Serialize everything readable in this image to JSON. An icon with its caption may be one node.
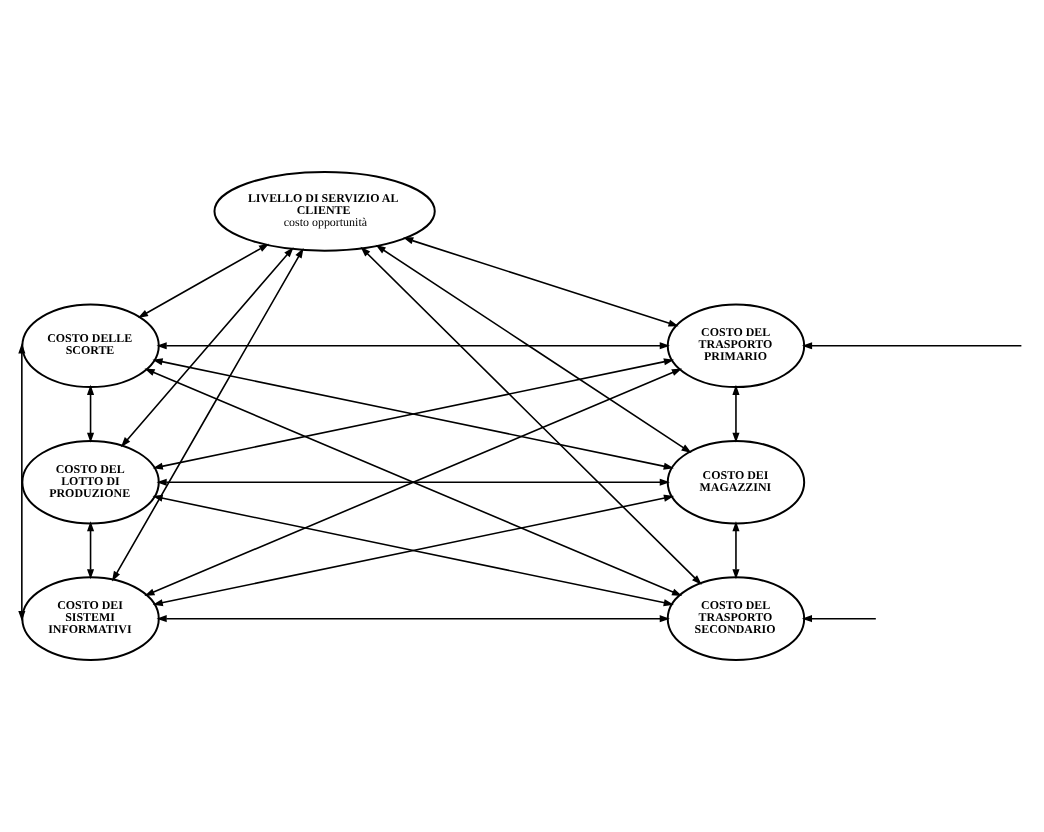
{
  "diagram": {
    "nodes": [
      {
        "text": [
          "LIVELLO DI SERVIZIO AL CLIENTE",
          "costo opportunità"
        ]
      },
      {
        "text": [
          "COSTO DELLE SCORTE"
        ]
      },
      {
        "text": [
          "COSTO DEL TRASPORTO PRIMARIO"
        ]
      },
      {
        "text": [
          "COSTO DEL LOTTO DI PRODUZIONE"
        ]
      },
      {
        "text": [
          "COSTO DEI MAGAZZINI"
        ]
      },
      {
        "text": [
          "COSTO DEI SISTEMI INFORMATIVI"
        ]
      },
      {
        "text": [
          "COSTO DEL TRASPORTO SECONDARIO"
        ]
      }
    ],
    "edges": [
      {
        "from": 0,
        "to": 1,
        "arrow": "both"
      },
      {
        "from": 0,
        "to": 2,
        "arrow": "both"
      },
      {
        "from": 0,
        "to": 3,
        "arrow": "both"
      },
      {
        "from": 0,
        "to": 5,
        "arrow": "both"
      },
      {
        "from": 0,
        "to": 4,
        "arrow": "both"
      },
      {
        "from": 0,
        "to": 6,
        "arrow": "both"
      },
      {
        "from": 1,
        "to": 2,
        "arrow": "both"
      },
      {
        "from": 1,
        "to": 4,
        "arrow": "both"
      },
      {
        "from": 1,
        "to": 6,
        "arrow": "both"
      },
      {
        "from": 1,
        "to": 3,
        "arrow": "both"
      },
      {
        "from": 3,
        "to": 2,
        "arrow": "both"
      },
      {
        "from": 3,
        "to": 4,
        "arrow": "both"
      },
      {
        "from": 3,
        "to": 6,
        "arrow": "both"
      },
      {
        "from": 3,
        "to": 5,
        "arrow": "both"
      },
      {
        "from": 5,
        "to": 2,
        "arrow": "both"
      },
      {
        "from": 5,
        "to": 4,
        "arrow": "both"
      },
      {
        "from": 5,
        "to": 6,
        "arrow": "both"
      },
      {
        "from": 2,
        "to": 4,
        "arrow": "both"
      },
      {
        "from": 4,
        "to": 6,
        "arrow": "both"
      },
      {
        "from": 5,
        "to": 1,
        "arrow": "both"
      },
      {
        "from": null,
        "to": 2,
        "arrow": "to"
      },
      {
        "from": null,
        "to": 6,
        "arrow": "to"
      }
    ]
  }
}
